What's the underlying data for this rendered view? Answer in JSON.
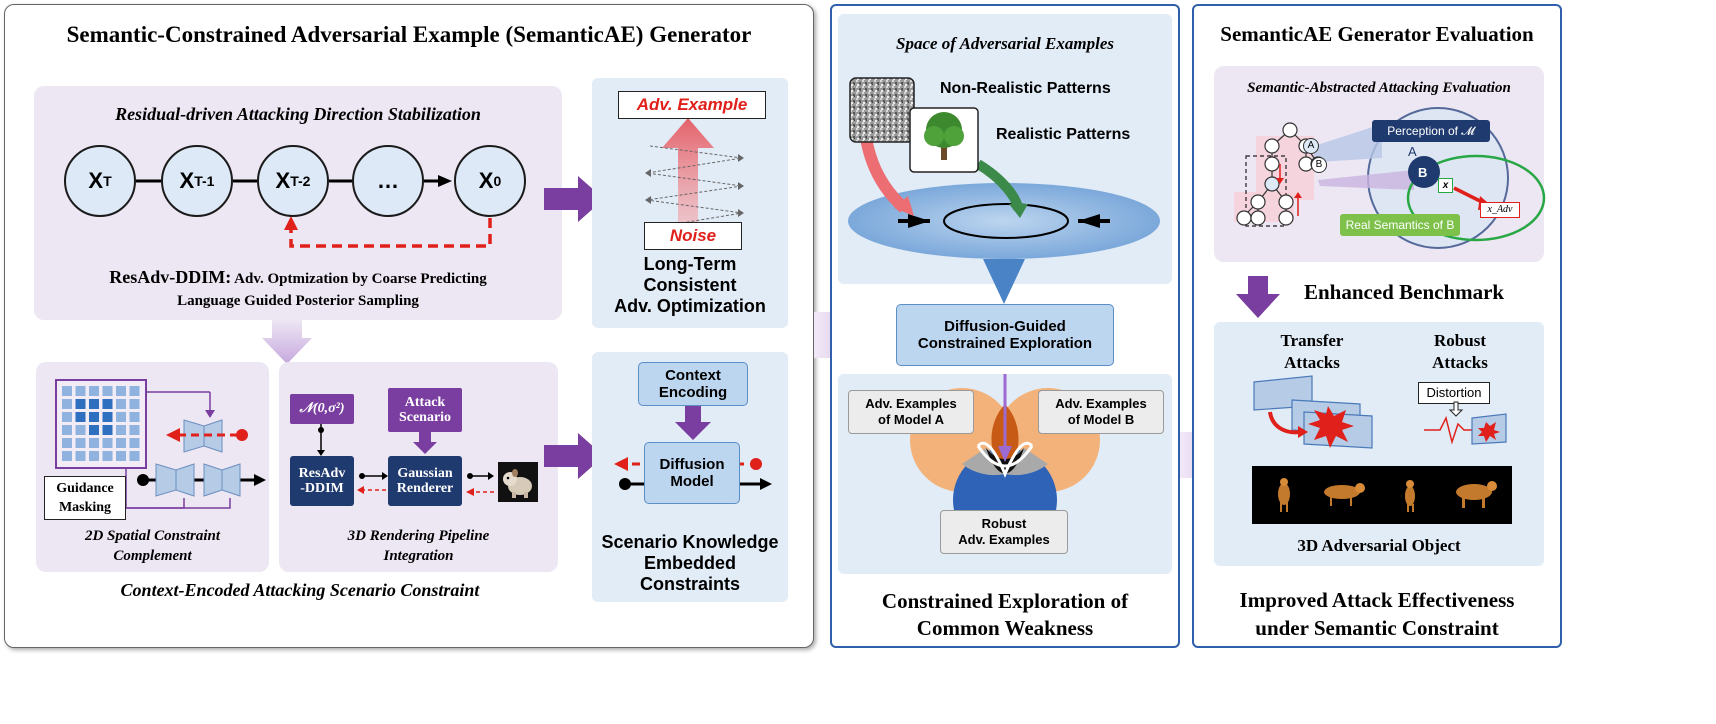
{
  "left": {
    "title": "Semantic-Constrained Adversarial Example (SemanticAE) Generator",
    "residual": {
      "title": "Residual-driven Attacking Direction Stabilization",
      "nodes": [
        {
          "base": "X",
          "sub": "T"
        },
        {
          "base": "X",
          "sub": "T-1"
        },
        {
          "base": "X",
          "sub": "T-2"
        },
        {
          "base": "…",
          "sub": ""
        },
        {
          "base": "X",
          "sub": "0"
        }
      ],
      "caption_bold": "ResAdv-DDIM:",
      "caption_line1": "Adv. Optmization by Coarse Predicting",
      "caption_line2": "Language Guided Posterior Sampling"
    },
    "longterm": {
      "adv_example": "Adv. Example",
      "noise": "Noise",
      "caption": [
        "Long-Term",
        "Consistent",
        "Adv. Optimization"
      ]
    },
    "spatial": {
      "guidance_masking": [
        "Guidance",
        "Masking"
      ],
      "caption": [
        "2D Spatial Constraint",
        "Complement"
      ]
    },
    "rendering": {
      "normal": "𝒩(0,σ²)",
      "attack_scenario": [
        "Attack",
        "Scenario"
      ],
      "resadv": [
        "ResAdv",
        "-DDIM"
      ],
      "renderer": [
        "Gaussian",
        "Renderer"
      ],
      "caption": [
        "3D Rendering Pipeline",
        "Integration"
      ]
    },
    "context_caption": "Context-Encoded Attacking Scenario Constraint",
    "scenario": {
      "context_encoding": [
        "Context",
        "Encoding"
      ],
      "diffusion": [
        "Diffusion",
        "Model"
      ],
      "caption": [
        "Scenario Knowledge",
        "Embedded",
        "Constraints"
      ]
    }
  },
  "middle": {
    "space_title": "Space of Adversarial Examples",
    "non_realistic": "Non-Realistic Patterns",
    "realistic": "Realistic Patterns",
    "diffusion_guided": [
      "Diffusion-Guided",
      "Constrained Exploration"
    ],
    "model_a": [
      "Adv. Examples",
      "of Model A"
    ],
    "model_b": [
      "Adv. Examples",
      "of Model B"
    ],
    "robust": [
      "Robust",
      "Adv. Examples"
    ],
    "caption": [
      "Constrained Exploration of",
      "Common Weakness"
    ]
  },
  "right": {
    "title": "SemanticAE Generator Evaluation",
    "semantic_abstracted": "Semantic-Abstracted Attacking Evaluation",
    "perception": "Perception of 𝓜",
    "node_a": "A",
    "node_b": "B",
    "x_label": "x",
    "x_adv": "x_Adv",
    "real_semantics": "Real Semantics of B",
    "enhanced_benchmark": "Enhanced Benchmark",
    "transfer": [
      "Transfer",
      "Attacks"
    ],
    "robust": [
      "Robust",
      "Attacks"
    ],
    "distortion": "Distortion",
    "object_caption": "3D Adversarial Object",
    "caption": [
      "Improved Attack Effectiveness",
      "under Semantic Constraint"
    ]
  },
  "colors": {
    "purple_arrow": "#7a3ea0",
    "dark_blue": "#1f3a6e",
    "red": "#e0201a",
    "border_blue": "#2f5fad",
    "lavender": "#ede6f3",
    "light_blue": "#e2ecf7"
  }
}
